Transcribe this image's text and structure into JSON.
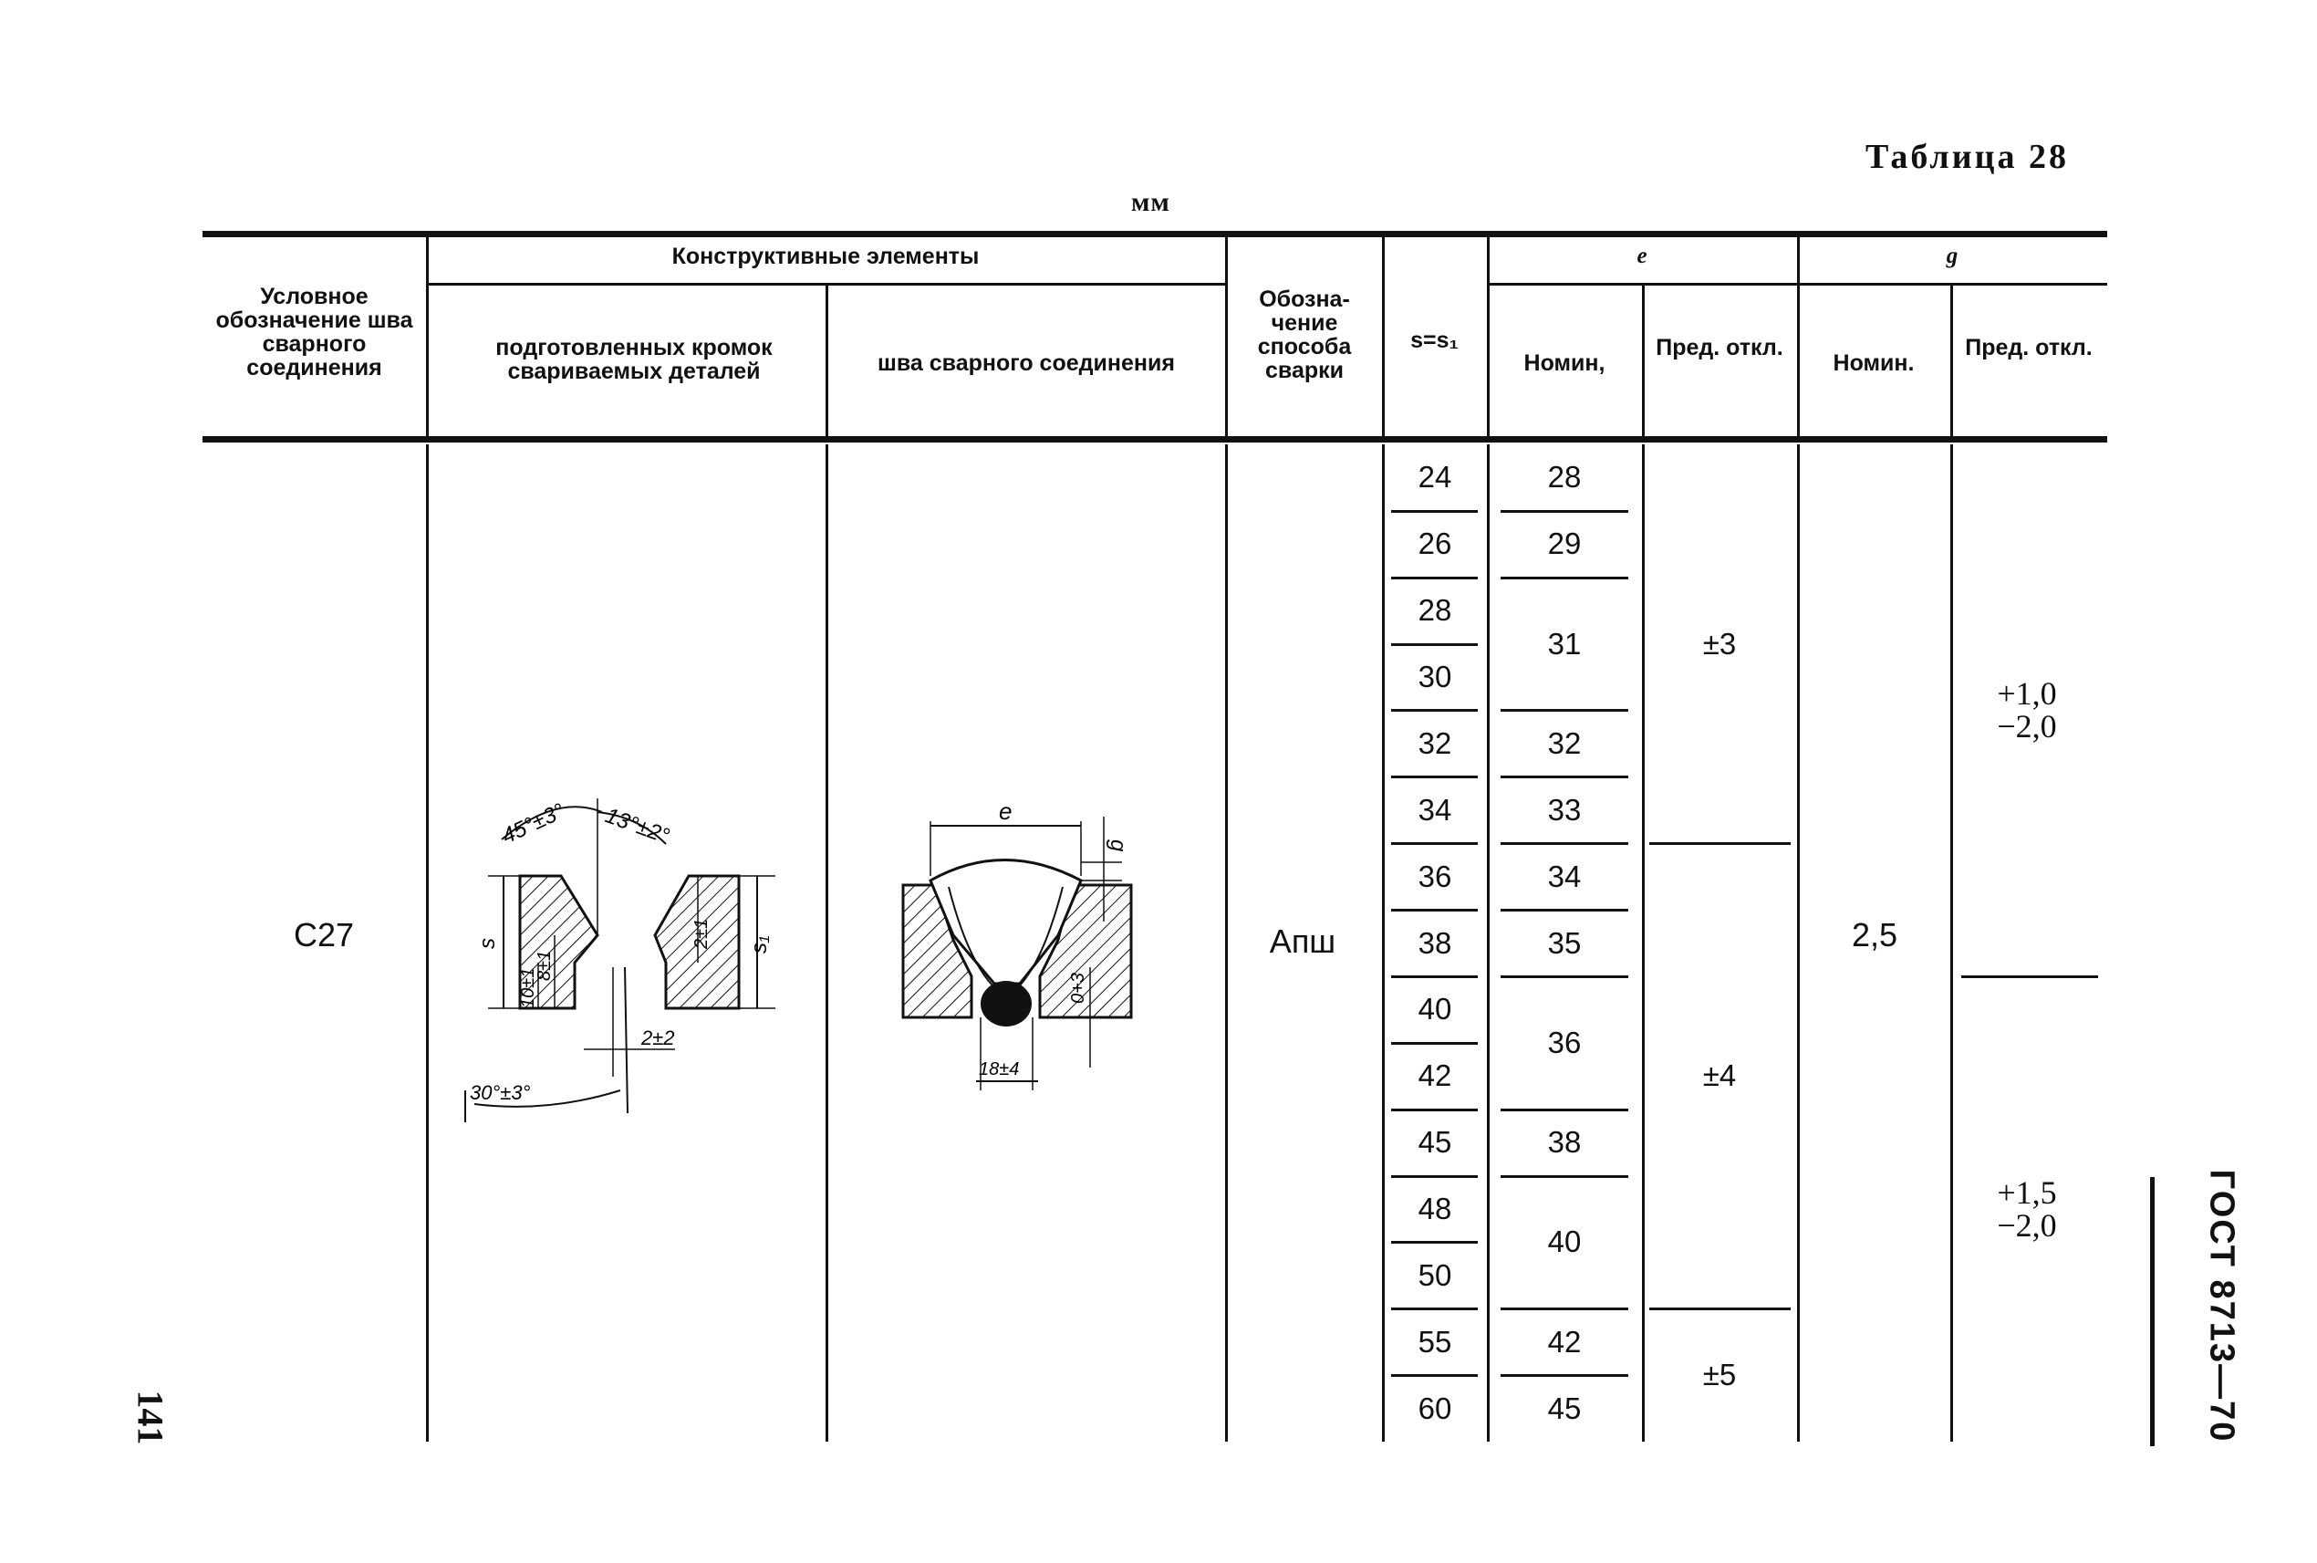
{
  "table_title": "Таблица 28",
  "unit": "мм",
  "header": {
    "col_symbol": "Условное обозначение шва сварного соединения",
    "group_elements": "Конструктивные элементы",
    "col_prepared": "подготовленных кромок свариваемых деталей",
    "col_weld": "шва сварного соединения",
    "col_method": "Обозна- чение способа сварки",
    "col_s": "s=s₁",
    "group_e": "e",
    "group_g": "g",
    "nominal": "Номин,",
    "deviation": "Пред. откл.",
    "nominal_g": "Номин.",
    "deviation_g": "Пред. откл."
  },
  "row": {
    "symbol": "С27",
    "method": "Апш",
    "g_nominal": "2,5"
  },
  "s_values": [
    "24",
    "26",
    "28",
    "30",
    "32",
    "34",
    "36",
    "38",
    "40",
    "42",
    "45",
    "48",
    "50",
    "55",
    "60"
  ],
  "e_nominal": [
    {
      "value": "28",
      "rows": [
        0
      ]
    },
    {
      "value": "29",
      "rows": [
        1
      ]
    },
    {
      "value": "31",
      "rows": [
        2,
        3
      ]
    },
    {
      "value": "32",
      "rows": [
        4
      ]
    },
    {
      "value": "33",
      "rows": [
        5
      ]
    },
    {
      "value": "34",
      "rows": [
        6
      ]
    },
    {
      "value": "35",
      "rows": [
        7
      ]
    },
    {
      "value": "36",
      "rows": [
        8,
        9
      ]
    },
    {
      "value": "38",
      "rows": [
        10
      ]
    },
    {
      "value": "40",
      "rows": [
        11,
        12
      ]
    },
    {
      "value": "42",
      "rows": [
        13
      ]
    },
    {
      "value": "45",
      "rows": [
        14
      ]
    }
  ],
  "e_deviation": [
    {
      "value": "±3",
      "rows": [
        0,
        5
      ]
    },
    {
      "value": "±4",
      "rows": [
        6,
        12
      ]
    },
    {
      "value": "±5",
      "rows": [
        13,
        14
      ]
    }
  ],
  "g_deviation": [
    {
      "upper": "+1,0",
      "lower": "−2,0",
      "rows": [
        0,
        7
      ]
    },
    {
      "upper": "+1,5",
      "lower": "−2,0",
      "rows": [
        8,
        14
      ]
    }
  ],
  "drawing_prepared": {
    "angle_top": "45°±3°",
    "angle_side": "13°±2°",
    "dim_s": "s",
    "dim_s1": "s₁",
    "dim_8": "8±1",
    "dim_10": "10±1",
    "dim_2v": "2±1",
    "gap": "2±2",
    "angle_bottom": "30°±3°"
  },
  "drawing_weld": {
    "dim_e": "e",
    "dim_g": "g",
    "dim_root": "18±4",
    "dim_0": "0+3"
  },
  "page_number": "141",
  "side_standard": "ГОСТ 8713—70"
}
